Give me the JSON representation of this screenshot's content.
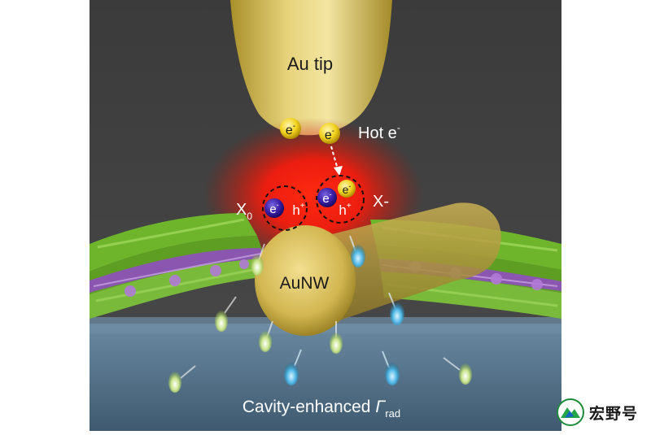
{
  "labels": {
    "tip": "Au tip",
    "hot_electron_base": "Hot e",
    "hot_electron_sup": "-",
    "electron_base": "e",
    "electron_sup": "-",
    "hole_base": "h",
    "hole_sup": "+",
    "neutral_exciton_base": "X",
    "neutral_exciton_sub": "0",
    "trion": "X-",
    "nanowire": "AuNW",
    "cavity_prefix": "Cavity-enhanced ",
    "cavity_symbol": "Γ",
    "cavity_sub": "rad"
  },
  "watermark": {
    "text": "宏野号",
    "icon": "green-mountain-logo-icon"
  },
  "colors": {
    "background_top": "#3d3d3d",
    "floor": "#597a92",
    "gold": "#d8c25e",
    "hotspot": "#ff1a0a",
    "electron_yellow": "#f2d21e",
    "exciton_blue": "#3a1fa8",
    "crystal_green": "#6fb52c",
    "crystal_purple": "#8a56b0",
    "photon_blue": "#4fb7e6",
    "photon_green": "#c8e38a"
  }
}
